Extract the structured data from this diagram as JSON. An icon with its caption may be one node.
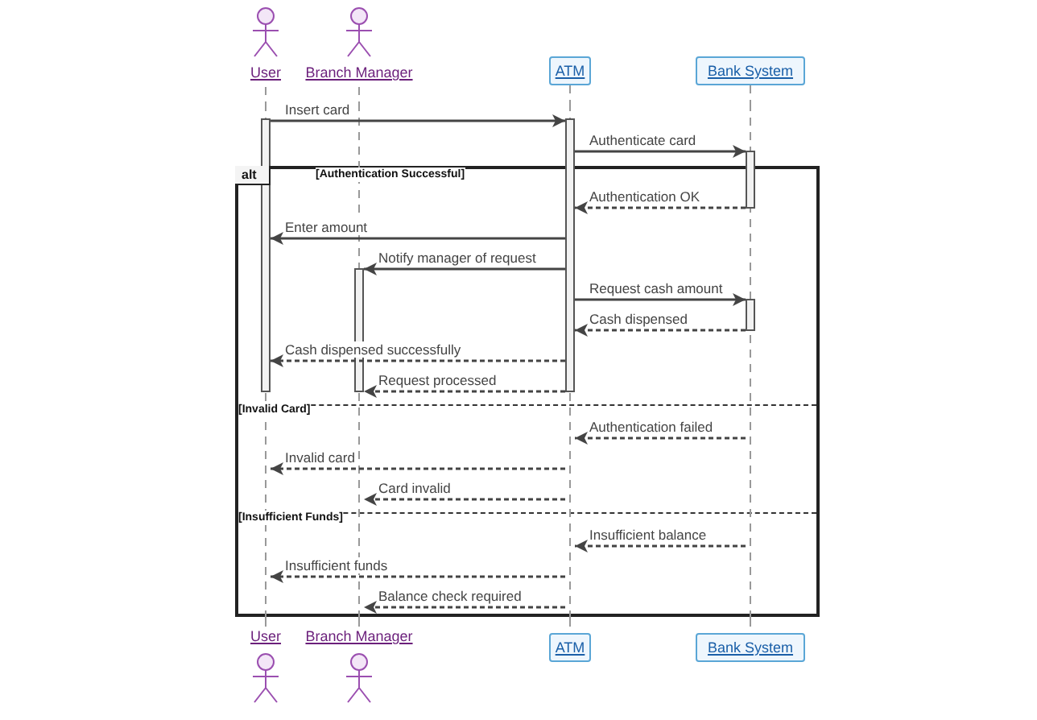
{
  "diagram": {
    "nodes": [
      {
        "text": [
          "User"
        ]
      },
      {
        "text": [
          "Branch Manager"
        ]
      },
      {
        "text": [
          "ATM"
        ]
      },
      {
        "text": [
          "Bank System"
        ]
      },
      {
        "text": [],
        "shape": "line"
      },
      {
        "text": [],
        "shape": "line"
      },
      {
        "text": [],
        "shape": "line"
      },
      {
        "text": [],
        "shape": "line"
      },
      {
        "text": [
          "User"
        ]
      },
      {
        "text": [
          "Branch Manager"
        ]
      },
      {
        "text": [
          "ATM"
        ]
      },
      {
        "text": [
          "Bank System"
        ]
      }
    ],
    "edges": [
      {
        "from": 4,
        "to": 6,
        "arrow": "to",
        "label": "Insert card"
      },
      {
        "from": 6,
        "to": 7,
        "arrow": "to",
        "label": "Authenticate card"
      },
      {
        "from": 7,
        "to": 6,
        "arrow": "to",
        "label": "Authentication OK",
        "style": "dashed"
      },
      {
        "from": 6,
        "to": 4,
        "arrow": "to",
        "label": "Enter amount"
      },
      {
        "from": 6,
        "to": 5,
        "arrow": "to",
        "label": "Notify manager of request"
      },
      {
        "from": 6,
        "to": 7,
        "arrow": "to",
        "label": "Request cash amount"
      },
      {
        "from": 7,
        "to": 6,
        "arrow": "to",
        "label": "Cash dispensed",
        "style": "dashed"
      },
      {
        "from": 6,
        "to": 4,
        "arrow": "to",
        "label": "Cash dispensed successfully",
        "style": "dashed"
      },
      {
        "from": 6,
        "to": 5,
        "arrow": "to",
        "label": "Request processed",
        "style": "dashed"
      },
      {
        "from": 7,
        "to": 6,
        "arrow": "to",
        "label": "Authentication failed",
        "style": "dashed"
      },
      {
        "from": 6,
        "to": 4,
        "arrow": "to",
        "label": "Invalid card",
        "style": "dashed"
      },
      {
        "from": 6,
        "to": 5,
        "arrow": "to",
        "label": "Card invalid",
        "style": "dashed"
      },
      {
        "from": 7,
        "to": 6,
        "arrow": "to",
        "label": "Insufficient balance",
        "style": "dashed"
      },
      {
        "from": 6,
        "to": 4,
        "arrow": "to",
        "label": "Insufficient funds",
        "style": "dashed"
      },
      {
        "from": 6,
        "to": 5,
        "arrow": "to",
        "label": "Balance check required",
        "style": "dashed"
      },
      {
        "from": 0,
        "to": 4,
        "arrow": "none",
        "style": "dashed",
        "color": "#999999"
      },
      {
        "from": 1,
        "to": 5,
        "arrow": "none",
        "style": "dashed",
        "color": "#999999"
      },
      {
        "from": 2,
        "to": 6,
        "arrow": "none",
        "style": "dashed",
        "color": "#999999"
      },
      {
        "from": 3,
        "to": 7,
        "arrow": "none",
        "style": "dashed",
        "color": "#999999"
      },
      {
        "from": 4,
        "to": 8,
        "arrow": "none",
        "style": "dashed",
        "color": "#999999"
      },
      {
        "from": 5,
        "to": 9,
        "arrow": "none",
        "style": "dashed",
        "color": "#999999"
      },
      {
        "from": 6,
        "to": 10,
        "arrow": "none",
        "style": "dashed",
        "color": "#999999"
      },
      {
        "from": 7,
        "to": 11,
        "arrow": "none",
        "style": "dashed",
        "color": "#999999"
      }
    ],
    "labels": [
      "alt",
      "[Authentication Successful]",
      "[Invalid Card]",
      "[Insufficient Funds]"
    ]
  }
}
